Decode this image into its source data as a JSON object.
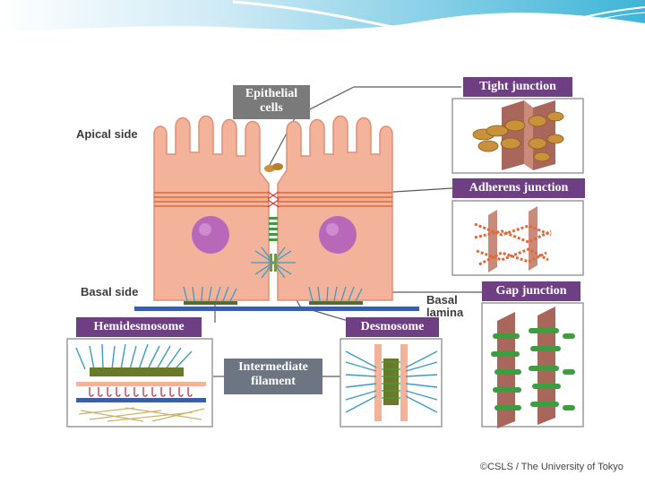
{
  "labels": {
    "epithelial_cells": "Epithelial cells",
    "apical_side": "Apical side",
    "basal_side": "Basal side",
    "basal_lamina": "Basal lamina",
    "tight_junction": "Tight junction",
    "adherens_junction": "Adherens junction",
    "gap_junction": "Gap junction",
    "hemidesmosome": "Hemidesmosome",
    "desmosome": "Desmosome",
    "intermediate_filament": "Intermediate filament"
  },
  "credit": "©CSLS / The University of Tokyo",
  "colors": {
    "header_wave": "#3fb4d8",
    "label_purple": "#6e3f83",
    "label_grey": "#7a7a7a",
    "cell_fill": "#f3b39a",
    "nucleus": "#b868b8",
    "basal_lamina": "#3a5fa8",
    "filament": "#3a9bc7"
  }
}
